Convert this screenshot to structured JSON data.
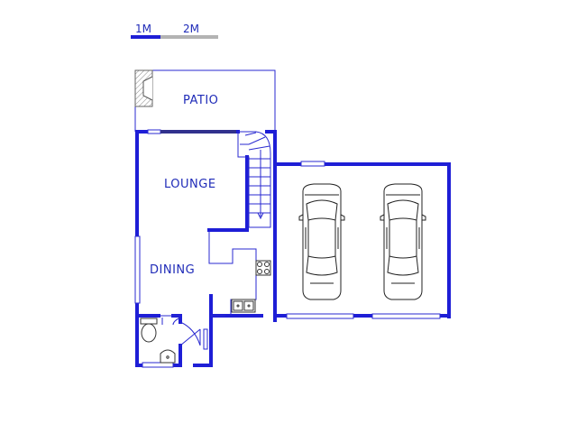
{
  "scale_bar": {
    "first_label": "1M",
    "second_label": "2M"
  },
  "rooms": {
    "patio": "PATIO",
    "lounge": "LOUNGE",
    "dining": "DINING"
  },
  "colors": {
    "wall": "#1e1ed6",
    "thin_line": "#2a2ad0",
    "scale_light": "#b3b3b3",
    "fixture_grey": "#666666"
  },
  "icons": [
    "car-icon",
    "car-icon",
    "fireplace-icon",
    "stairs-icon",
    "toilet-icon",
    "basin-icon",
    "sink-icon",
    "stove-icon",
    "door-swing-icon",
    "window-icon"
  ]
}
